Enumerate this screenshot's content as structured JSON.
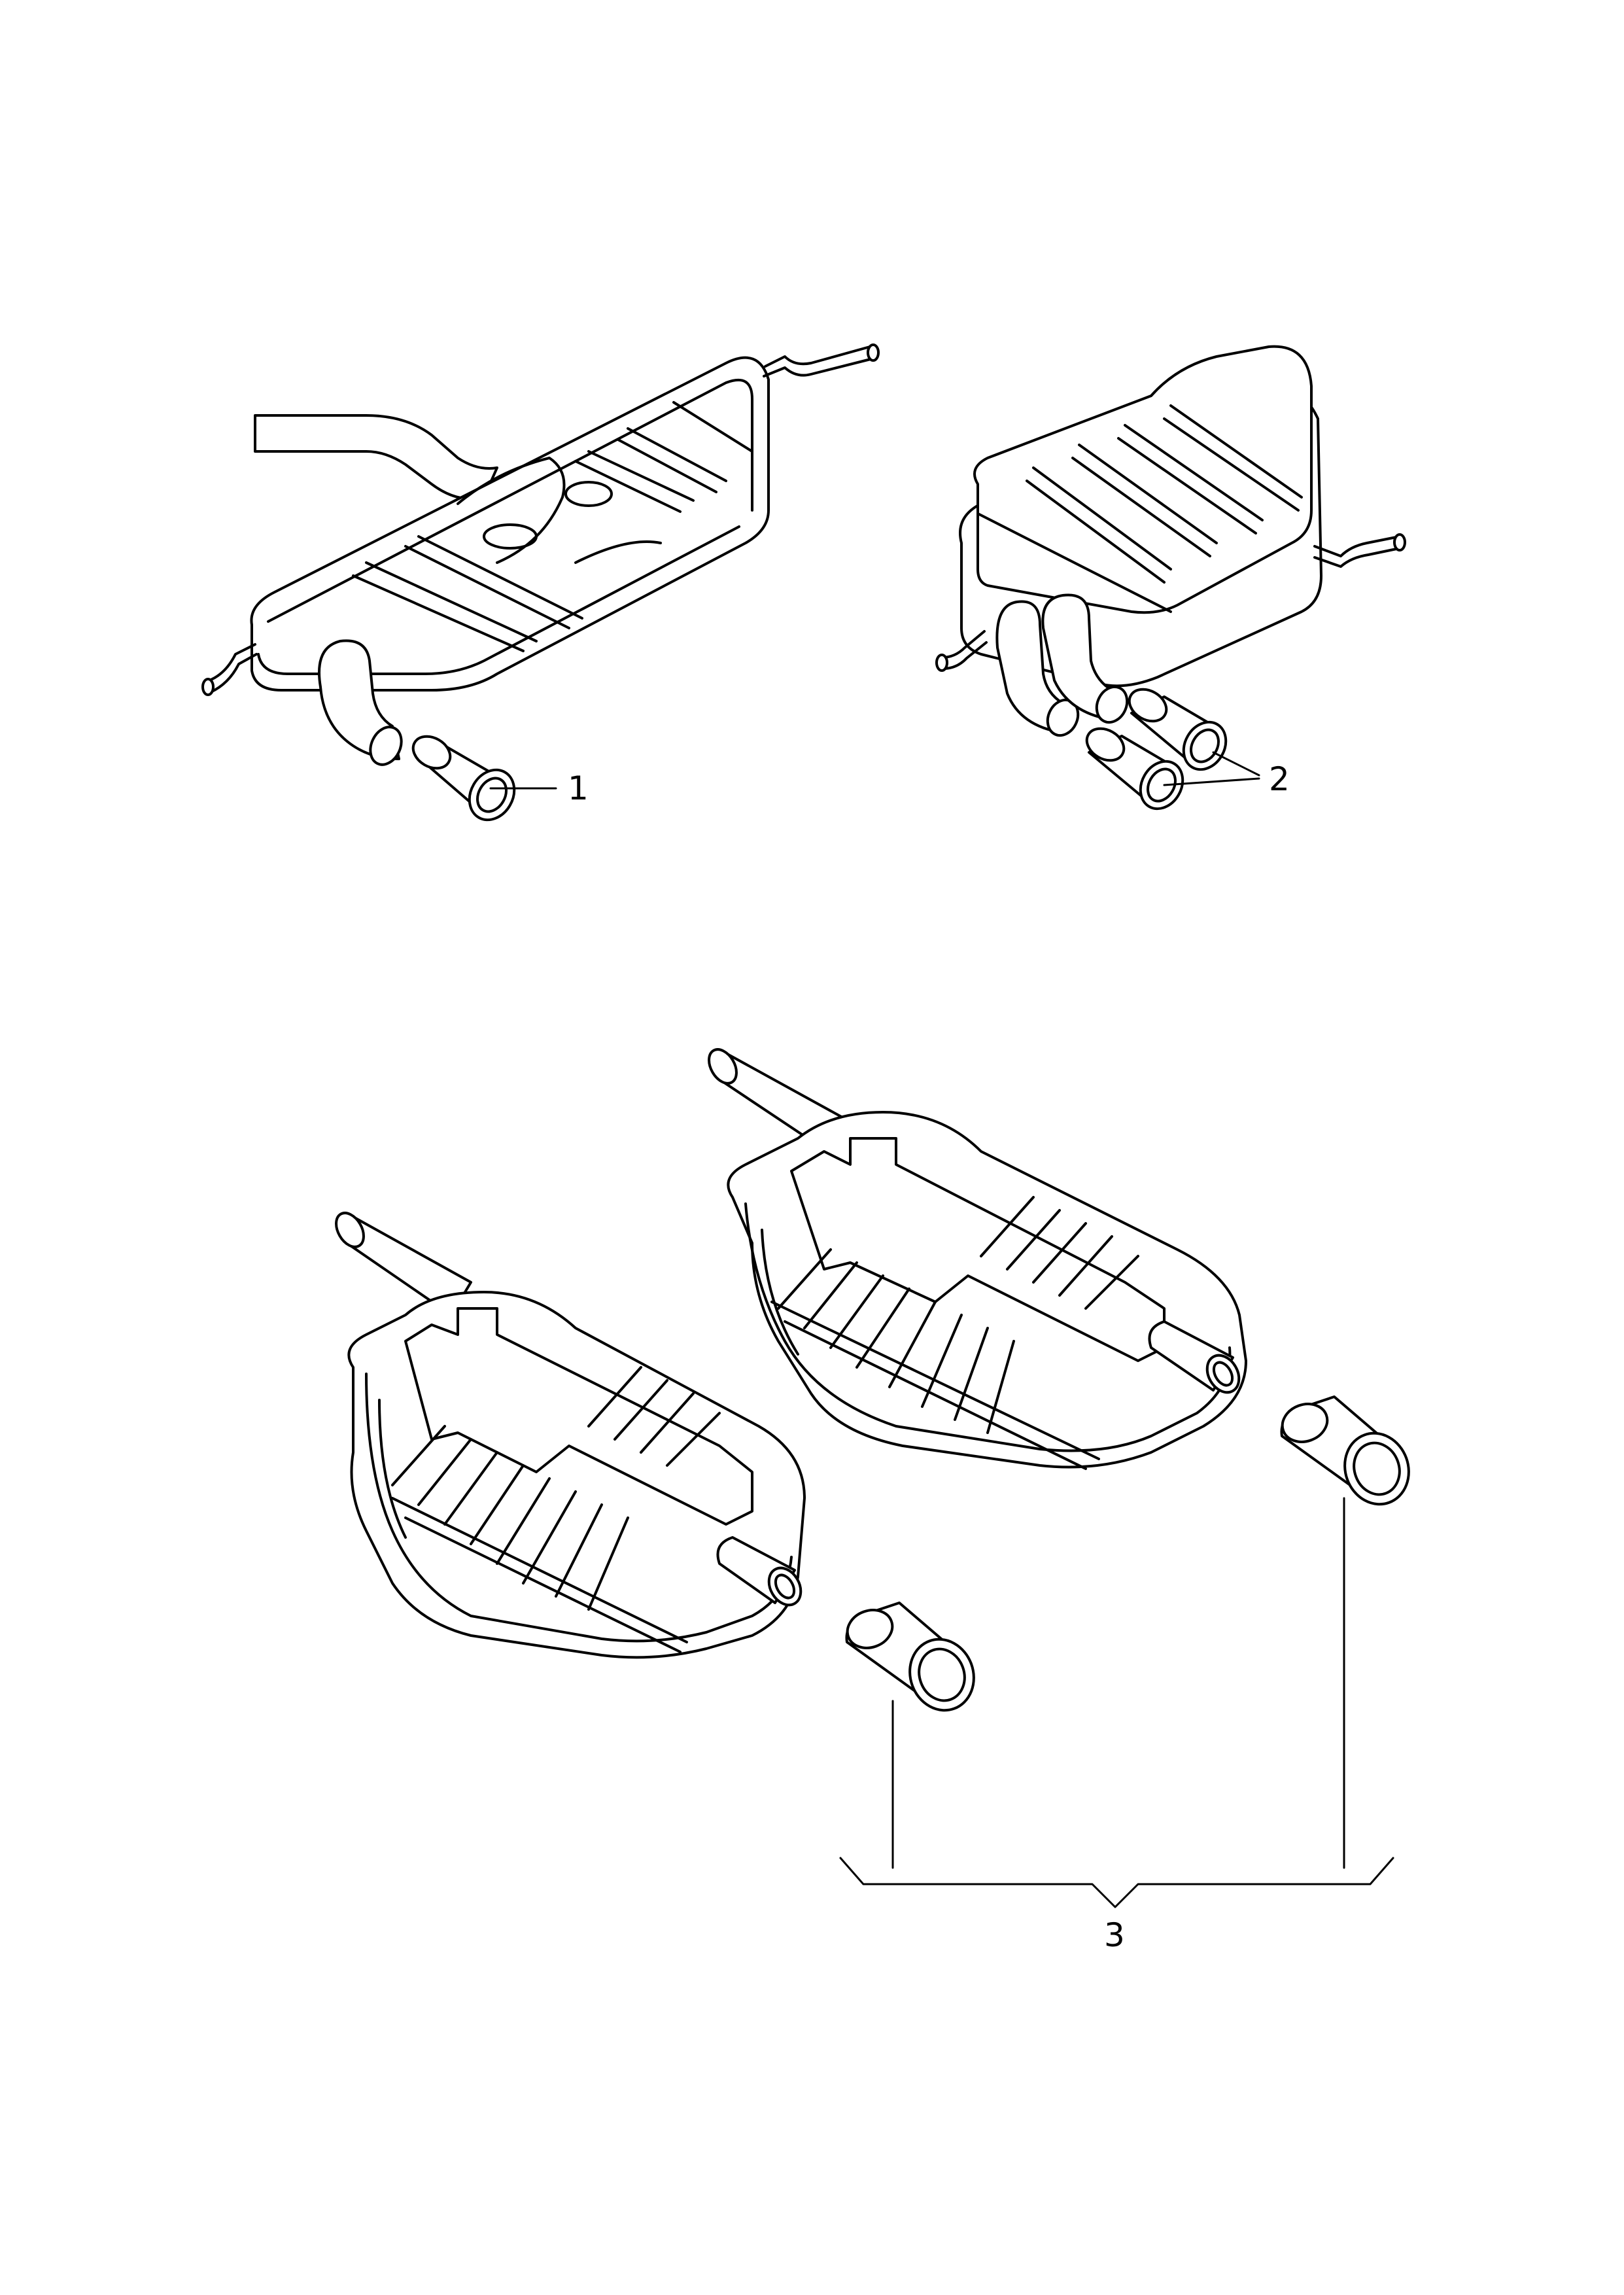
{
  "callouts": [
    {
      "number": "1"
    },
    {
      "number": "2"
    },
    {
      "number": "3"
    }
  ],
  "colors": {
    "line": "#000000",
    "background": "#ffffff"
  }
}
